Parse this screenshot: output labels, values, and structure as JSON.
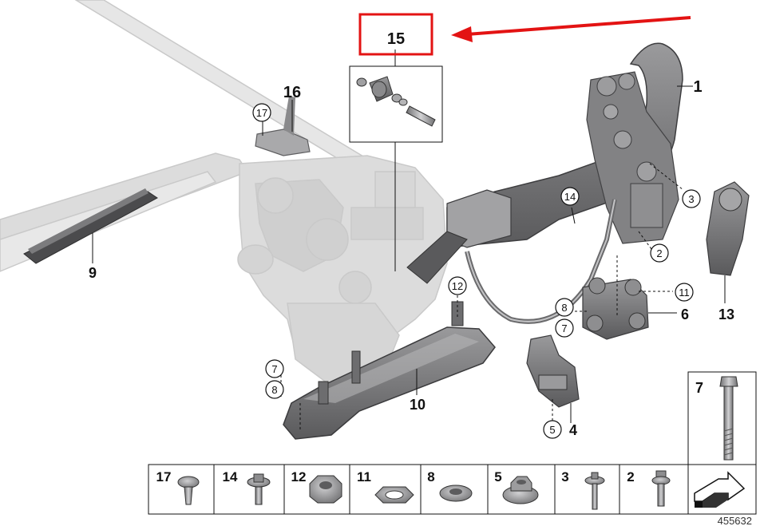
{
  "diagram": {
    "highlighted_part": "15",
    "diagram_id": "455632",
    "callouts": {
      "c1": "1",
      "c2": "2",
      "c3": "3",
      "c4": "4",
      "c5": "5",
      "c6": "6",
      "c7a": "7",
      "c7b": "7",
      "c8a": "8",
      "c8b": "8",
      "c9": "9",
      "c10": "10",
      "c11": "11",
      "c12": "12",
      "c13": "13",
      "c14": "14",
      "c16": "16",
      "c17": "17"
    },
    "detail_box_label": "7",
    "legend": [
      "17",
      "14",
      "12",
      "11",
      "8",
      "5",
      "3",
      "2"
    ]
  },
  "colors": {
    "highlight_red": "#e31313",
    "part_dark": "#6e6e70",
    "part_ghost": "#d9d9d9"
  }
}
